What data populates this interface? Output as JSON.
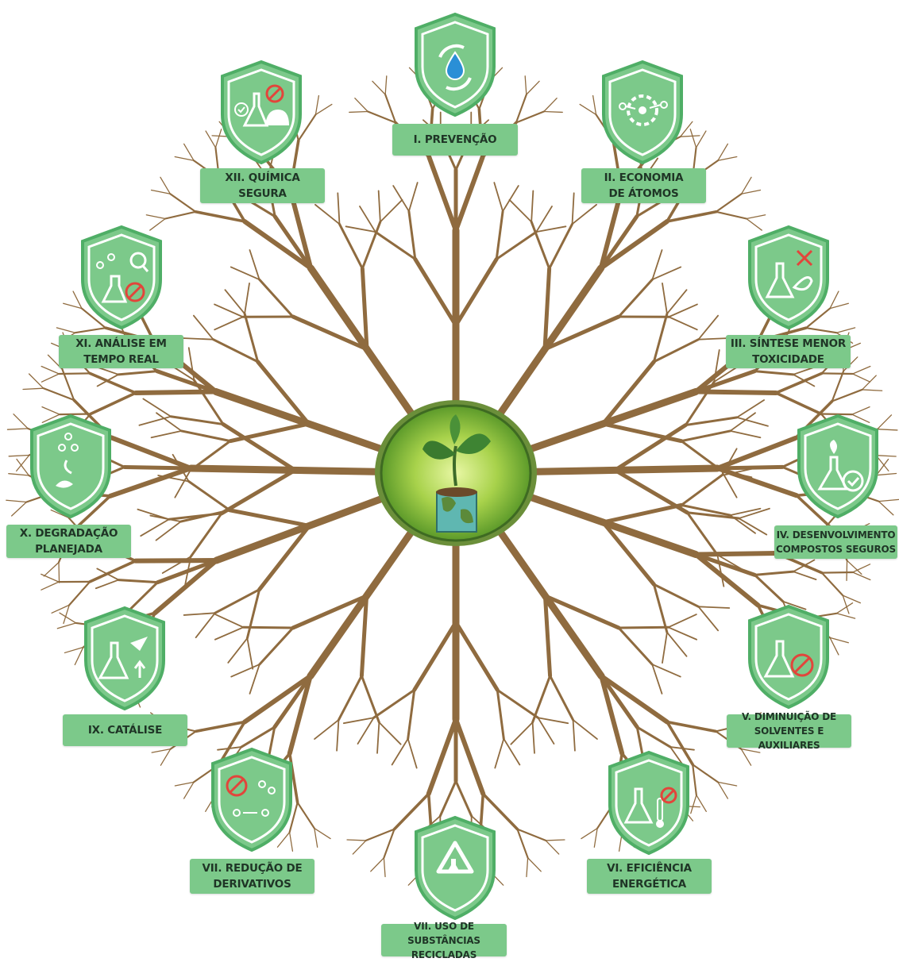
{
  "principles": [
    {
      "id": "p1",
      "lines": [
        "I. PREVENÇÃO"
      ],
      "icon": "water-drop-recycle-icon"
    },
    {
      "id": "p2",
      "lines": [
        "II. ECONOMIA",
        "DE ÁTOMOS"
      ],
      "icon": "molecule-gear-icon"
    },
    {
      "id": "p3",
      "lines": [
        "III. SÍNTESE MENOR",
        "TOXICIDADE"
      ],
      "icon": "flask-leaf-no-toxic-icon"
    },
    {
      "id": "p4",
      "lines": [
        "IV. DESENVOLVIMENTO",
        "COMPOSTOS SEGUROS"
      ],
      "icon": "flask-plant-check-icon"
    },
    {
      "id": "p5",
      "lines": [
        "V. DIMINUIÇÃO DE",
        "SOLVENTES E AUXILIARES"
      ],
      "icon": "flask-no-solvent-icon"
    },
    {
      "id": "p6",
      "lines": [
        "VI. EFICIÊNCIA",
        "ENERGÉTICA"
      ],
      "icon": "flask-thermometer-icon"
    },
    {
      "id": "p7",
      "lines": [
        "VII. USO DE",
        "SUBSTÂNCIAS RECICLADAS"
      ],
      "icon": "recycle-flask-icon"
    },
    {
      "id": "p8",
      "lines": [
        "VII. REDUÇÃO DE",
        "DERIVATIVOS"
      ],
      "icon": "molecule-no-derivative-icon"
    },
    {
      "id": "p9",
      "lines": [
        "IX. CATÁLISE"
      ],
      "icon": "flask-catalyst-icon"
    },
    {
      "id": "p10",
      "lines": [
        "X. DEGRADAÇÃO",
        "PLANEJADA"
      ],
      "icon": "molecule-degradation-icon"
    },
    {
      "id": "p11",
      "lines": [
        "XI. ANÁLISE EM",
        "TEMPO REAL"
      ],
      "icon": "molecule-magnifier-icon"
    },
    {
      "id": "p12",
      "lines": [
        "XII. QUÍMICA",
        "SEGURA"
      ],
      "icon": "flask-helmet-icon"
    }
  ],
  "center_icon": "plant-earth-beaker-icon",
  "colors": {
    "label_bg": "#7cc98a",
    "shield_fill": "#7cc98a",
    "shield_edge": "#4fae66",
    "branch": "#8f6b3f",
    "center_ring": "#6b8f3a"
  }
}
